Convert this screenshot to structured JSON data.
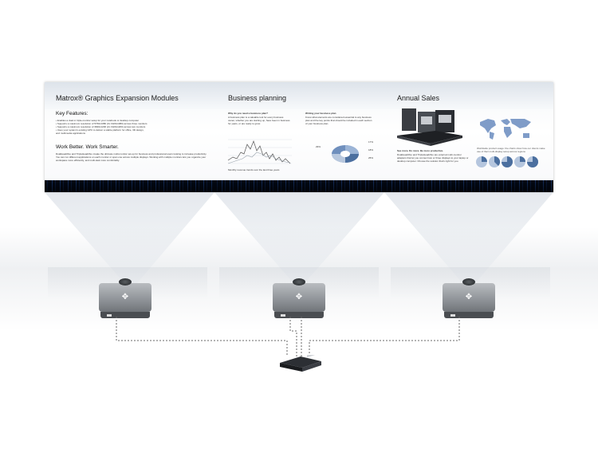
{
  "panels": [
    {
      "title": "Matrox® Graphics Expansion Modules",
      "key_heading": "Key Features:",
      "bullets": [
        "• Enables a dual or triple-monitor setup for your notebook or desktop computer",
        "• Supports a maximum resolution of 5760x1080 (3x 1920x1080) across three monitors",
        "• Supports a maximum resolution of 3840x1200 (2x 1920x1200) across two monitors",
        "• Uses your system's existing GPU to deliver a stable platform for office, 3D design,",
        "  and multimedia applications"
      ],
      "sub_heading": "Work Better. Work Smarter.",
      "body": "DualHead2Go and TripleHead2Go create the ultimate multi-monitor set-up for business and professional users looking to increase productivity. You can run different applications on each monitor or span one across multiple displays. Working with multiple monitors lets you organize your workspace more efficiently, and multi-task more comfortably."
    },
    {
      "title": "Business planning",
      "left_heading": "Why do you need a business plan?",
      "left_text": "A business plan is a valuable tool for every business owner, whether you are starting up, have been in business for years, or are ready to grow.",
      "right_heading": "Writing your business plan",
      "right_text": "Know what elements are considered essential to any business plan and the key points that should be included in each section of your business plan.",
      "chart_caption": "Monthly revenue trends over the last three years",
      "pie_labels": [
        "29%",
        "17%",
        "18%",
        "25%"
      ]
    },
    {
      "title": "Annual  Sales",
      "heading": "See more. Do more. Be more productive.",
      "text": "DualHead2Go and TripleHead2Go are external multi-monitor adapters that let you connect two or three displays to your laptop or desktop computer. Choose the solution that's right for you.",
      "map_caption": "Worldwide product usage: the charts show how our clients make use of their multi-display setup across regions"
    }
  ],
  "colors": {
    "accent": "#7f9cc8",
    "accent_dark": "#355a8c",
    "circuit": "#0e1826"
  },
  "icons": [
    "projector-icon",
    "projector-icon",
    "projector-icon",
    "graphics-expansion-module-icon"
  ]
}
